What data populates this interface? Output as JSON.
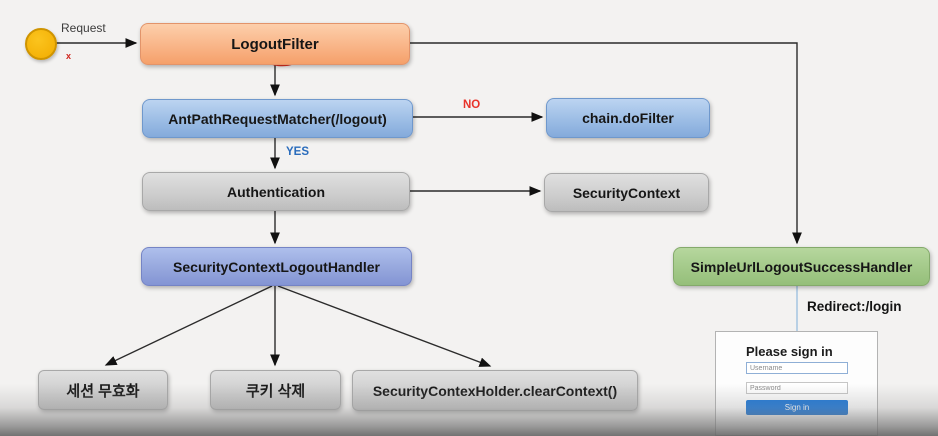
{
  "diagram_title_context": "Spring Security LogoutFilter flow",
  "nodes": {
    "logout_filter": "LogoutFilter",
    "ant_path_matcher": "AntPathRequestMatcher(/logout)",
    "chain_do_filter": "chain.doFilter",
    "authentication": "Authentication",
    "security_context": "SecurityContext",
    "security_context_logout_handler": "SecurityContextLogoutHandler",
    "simple_url_logout_success_handler": "SimpleUrlLogoutSuccessHandler",
    "session_invalidation": "세션 무효화",
    "cookie_deletion": "쿠키 삭제",
    "clear_context": "SecurityContexHolder.clearContext()"
  },
  "labels": {
    "request": "Request",
    "no": "NO",
    "yes": "YES",
    "redirect": "Redirect:/login",
    "red_mark": "x"
  },
  "login_form": {
    "title": "Please sign in",
    "username_placeholder": "Username",
    "password_placeholder": "Password",
    "signin_label": "Sign in"
  },
  "colors": {
    "background": "#f3f2f1",
    "orange_node": "#f9b588",
    "blue_node": "#9cbde5",
    "gray_node": "#cecece",
    "periwinkle_node": "#96a7dd",
    "green_node": "#a3c989",
    "start_circle": "#f2ac00",
    "no_label": "#e8332a",
    "yes_label": "#2a6cbc",
    "annotation_red": "#e63322",
    "redirect_connector": "#a9c7e2",
    "signin_button": "#1774d8",
    "arrow": "#2b2b2b"
  }
}
